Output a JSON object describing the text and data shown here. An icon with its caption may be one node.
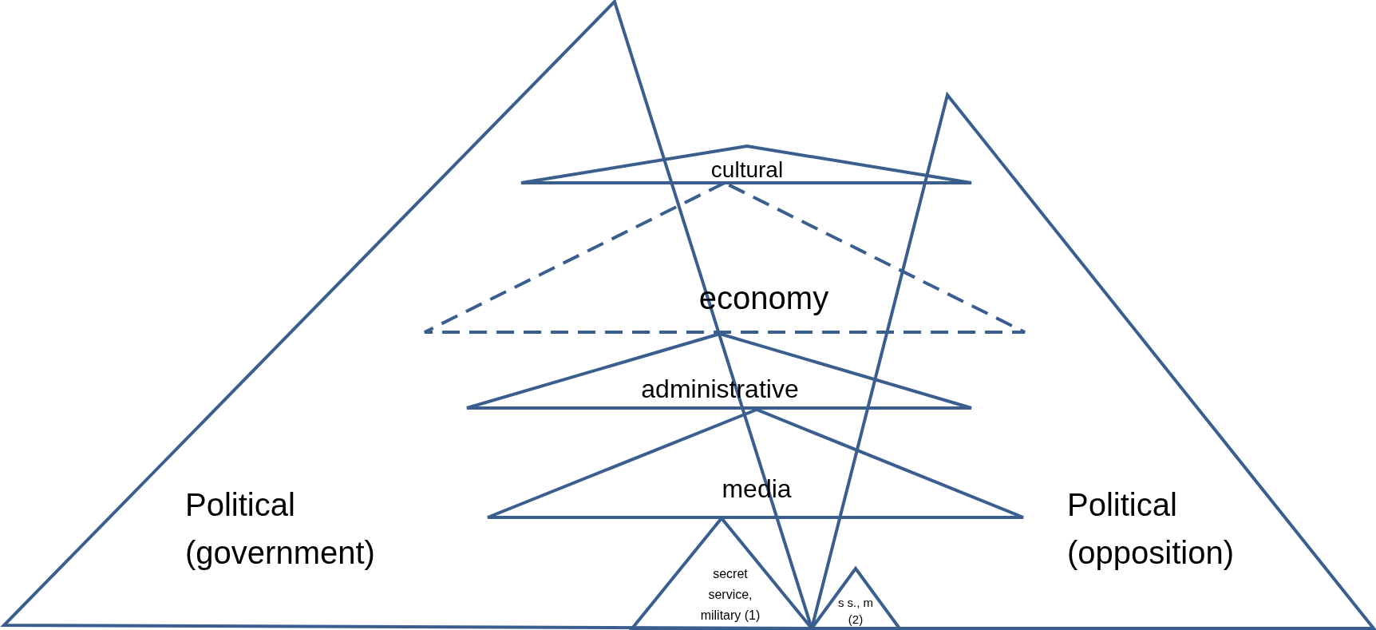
{
  "diagram": {
    "nodes": [
      {
        "text": [
          "Political (government)"
        ]
      },
      {
        "text": [
          "Political (opposition)"
        ]
      },
      {
        "text": [
          "cultural"
        ]
      },
      {
        "text": [
          "economy"
        ]
      },
      {
        "text": [
          "administrative"
        ]
      },
      {
        "text": [
          "media"
        ]
      },
      {
        "text": [
          "secret service, military (1)"
        ],
        "in": 0
      },
      {
        "text": [
          "s s., m (2)"
        ],
        "in": 1
      }
    ]
  }
}
